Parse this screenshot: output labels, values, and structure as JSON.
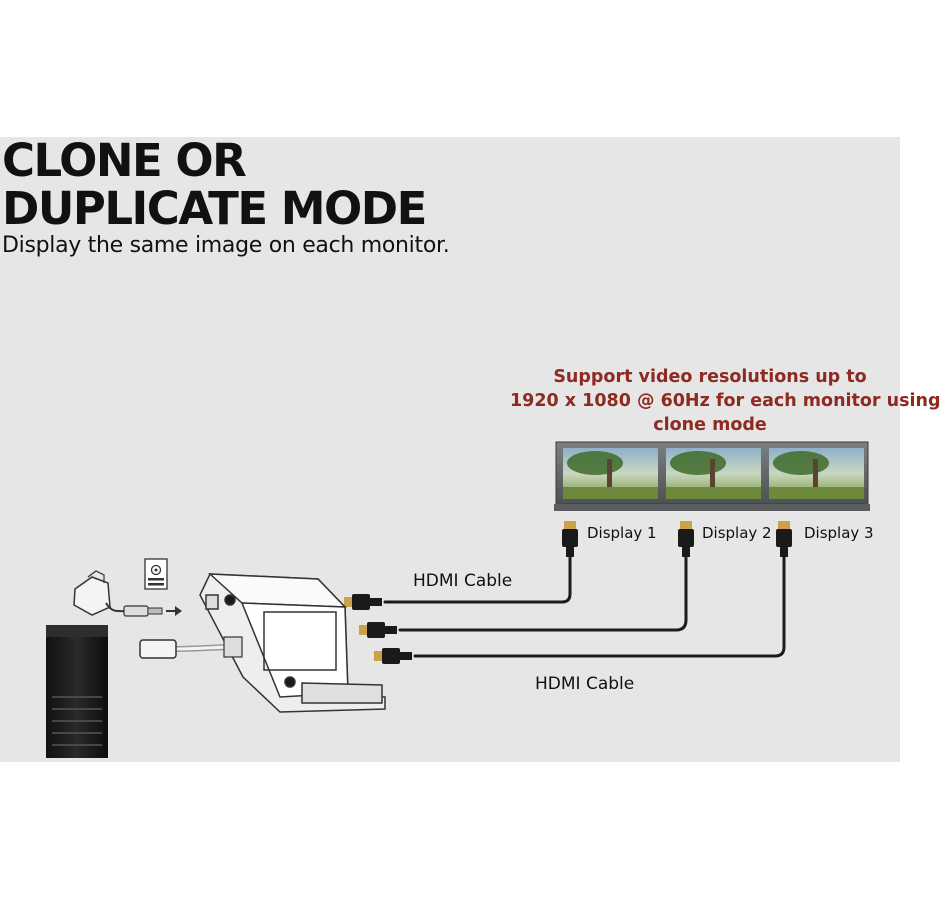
{
  "heading": {
    "title_lines": [
      "CLONE OR",
      "DUPLICATE MODE"
    ],
    "subtitle": "Display the same image on each monitor."
  },
  "callout": {
    "lines": [
      "Support video resolutions up to",
      "1920 x 1080 @ 60Hz for each monitor using",
      "clone mode"
    ],
    "color": "#8e2a22"
  },
  "displays": [
    {
      "label": "Display 1"
    },
    {
      "label": "Display 2"
    },
    {
      "label": "Display 3"
    }
  ],
  "cable_labels": {
    "top": "HDMI Cable",
    "bottom": "HDMI Cable"
  },
  "icons": [
    "power-adapter-icon",
    "dc-jack-icon",
    "usb-connector-icon",
    "adapter-box-icon",
    "hdmi-plug-icon",
    "monitor-icon",
    "computer-tower-icon"
  ]
}
